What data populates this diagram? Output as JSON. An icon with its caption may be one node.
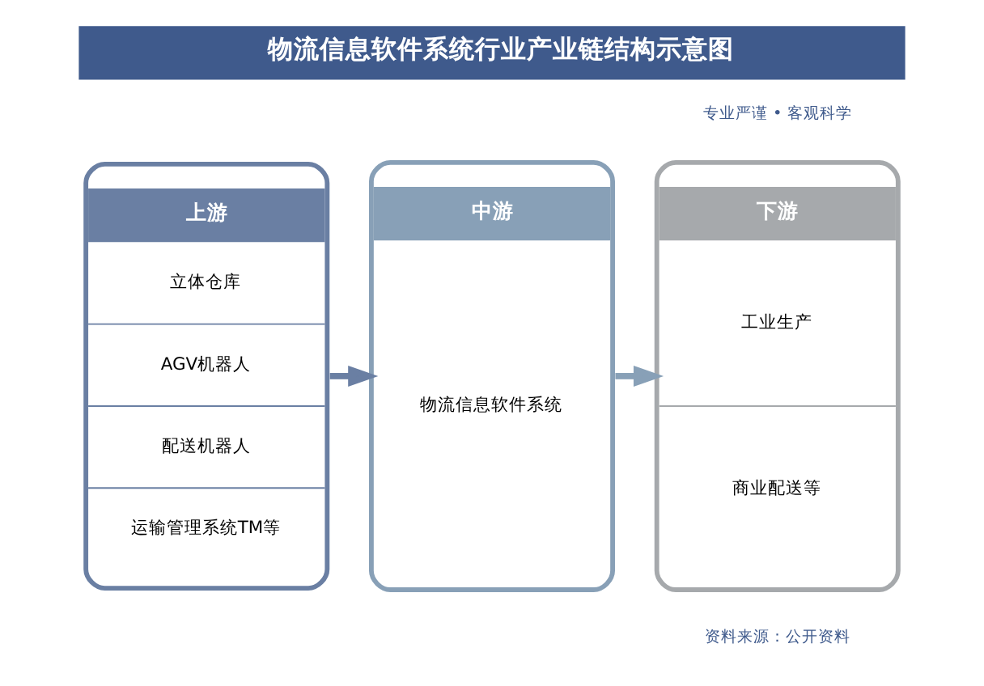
{
  "diagram": {
    "title": "物流信息软件系统行业产业链结构示意图",
    "nodes": [
      {
        "text": [
          "上游",
          "立体仓库",
          "AGV机器人",
          "配送机器人",
          "运输管理系统TM等"
        ]
      },
      {
        "text": [
          "中游",
          "物流信息软件系统"
        ]
      },
      {
        "text": [
          "下游",
          "工业生产",
          "商业配送等"
        ]
      }
    ],
    "edges": [
      {
        "from": 0,
        "to": 1,
        "arrow": "to"
      },
      {
        "from": 1,
        "to": 2,
        "arrow": "to"
      }
    ],
    "labels": [
      "专业严谨 • 客观科学",
      "资料来源：公开资料"
    ]
  }
}
